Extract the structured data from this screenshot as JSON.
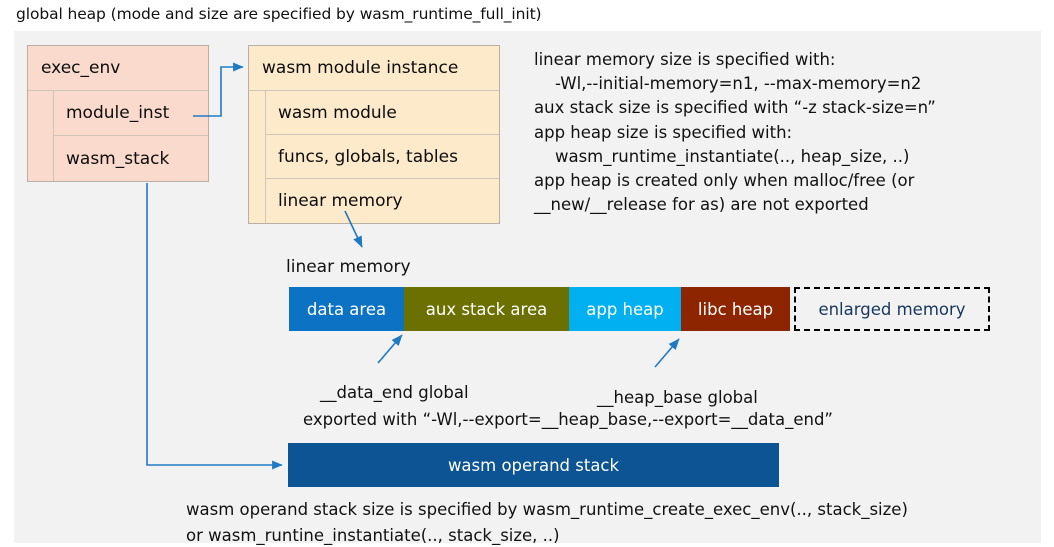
{
  "title": "global heap (mode and size are specified by wasm_runtime_full_init)",
  "colors": {
    "panel_bg": "#f2f2f2",
    "exec_env_fill": "#fadacc",
    "module_inst_fill": "#fdeacb",
    "box_border": "#b8b0a4",
    "arrow": "#1f7ac4",
    "data_area": "#0b72c4",
    "aux_stack_area": "#6b7000",
    "app_heap": "#00b0f0",
    "libc_heap": "#8c2500",
    "enlarged_memory_text": "#17365d",
    "operand_stack": "#0d5494"
  },
  "exec_env": {
    "header": "exec_env",
    "fields": [
      {
        "label": "module_inst"
      },
      {
        "label": "wasm_stack"
      }
    ]
  },
  "module_instance": {
    "header": "wasm module instance",
    "fields": [
      {
        "label": "wasm module"
      },
      {
        "label": "funcs, globals, tables"
      },
      {
        "label": "linear memory"
      }
    ]
  },
  "notes": {
    "right_block": "linear memory size is specified with:\n    -Wl,--initial-memory=n1, --max-memory=n2\naux stack size is specified with “-z stack-size=n”\napp heap size is specified with:\n    wasm_runtime_instantiate(.., heap_size, ..)\napp heap is created only when malloc/free (or\n__new/__release for as) are not exported",
    "export_note": "exported with “-Wl,--export=__heap_base,--export=__data_end”",
    "operand_stack_note": "wasm operand stack size is specified by wasm_runtime_create_exec_env(.., stack_size)\nor wasm_runtine_instantiate(.., stack_size, ..)"
  },
  "linear_memory": {
    "caption": "linear memory",
    "segments": [
      {
        "label": "data area",
        "color": "#0b72c4",
        "width": 115,
        "dashed": false
      },
      {
        "label": "aux stack area",
        "color": "#6b7000",
        "width": 165,
        "dashed": false
      },
      {
        "label": "app heap",
        "color": "#00b0f0",
        "width": 112,
        "dashed": false
      },
      {
        "label": "libc heap",
        "color": "#8c2500",
        "width": 109,
        "dashed": false
      },
      {
        "label": "enlarged memory",
        "color": "#f2f2f2",
        "width": 196,
        "dashed": true
      }
    ],
    "annotations": {
      "data_end": "__data_end global",
      "heap_base": "__heap_base global"
    }
  },
  "operand_stack": {
    "label": "wasm operand stack"
  }
}
